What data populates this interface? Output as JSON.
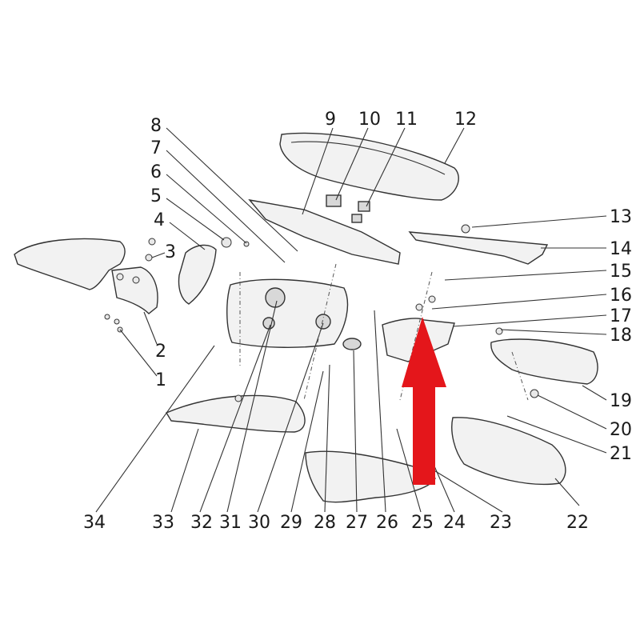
{
  "callouts": [
    {
      "label": "1"
    },
    {
      "label": "2"
    },
    {
      "label": "3"
    },
    {
      "label": "4"
    },
    {
      "label": "5"
    },
    {
      "label": "6"
    },
    {
      "label": "7"
    },
    {
      "label": "8"
    },
    {
      "label": "9"
    },
    {
      "label": "10"
    },
    {
      "label": "11"
    },
    {
      "label": "12"
    },
    {
      "label": "13"
    },
    {
      "label": "14"
    },
    {
      "label": "15"
    },
    {
      "label": "16"
    },
    {
      "label": "17"
    },
    {
      "label": "18"
    },
    {
      "label": "19"
    },
    {
      "label": "20"
    },
    {
      "label": "21"
    },
    {
      "label": "22"
    },
    {
      "label": "23"
    },
    {
      "label": "24"
    },
    {
      "label": "25"
    },
    {
      "label": "26"
    },
    {
      "label": "27"
    },
    {
      "label": "28"
    },
    {
      "label": "29"
    },
    {
      "label": "30"
    },
    {
      "label": "31"
    },
    {
      "label": "32"
    },
    {
      "label": "33"
    },
    {
      "label": "34"
    }
  ],
  "highlight_arrow_color": "#e4161b",
  "line_color": "#333333"
}
